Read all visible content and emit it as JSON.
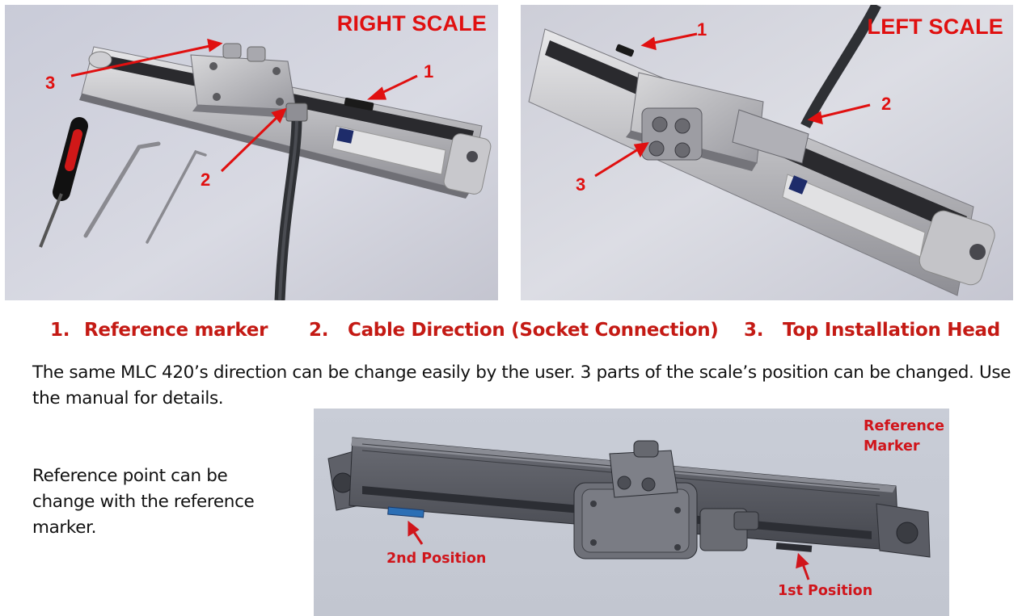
{
  "photos": {
    "right": {
      "title": "RIGHT SCALE",
      "callouts": [
        "1",
        "2",
        "3"
      ]
    },
    "left": {
      "title": "LEFT SCALE",
      "callouts": [
        "1",
        "2",
        "3"
      ]
    }
  },
  "legend": [
    {
      "num": "1.",
      "label": "Reference marker"
    },
    {
      "num": "2.",
      "label": "Cable Direction (Socket Connection)"
    },
    {
      "num": "3.",
      "label": "Top Installation Head"
    }
  ],
  "paragraph_1": "The same MLC 420’s direction can be change easily by the user.  3 parts of the scale’s position can be changed. Use the manual for details.",
  "paragraph_2": "Reference point can be change with the reference marker.",
  "cad": {
    "reference_marker_label": "Reference Marker",
    "second_position_label": "2nd Position",
    "first_position_label": "1st Position"
  },
  "colors": {
    "accent_red": "#e01010",
    "legend_red": "#c41a14",
    "cad_background": "#c8ccd6",
    "photo_background": "#d4d6de"
  }
}
